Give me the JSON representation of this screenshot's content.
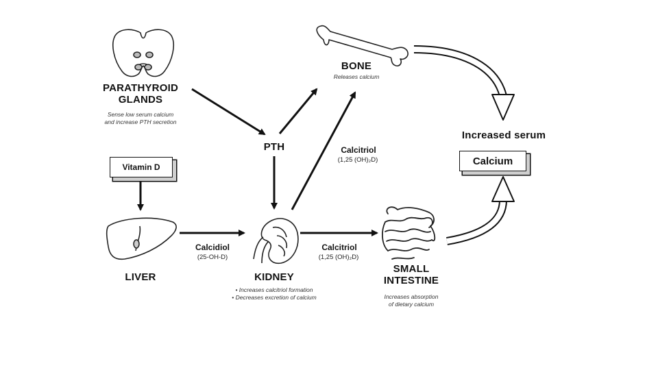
{
  "nodes": {
    "parathyroid": {
      "title_line1": "PARATHYROID",
      "title_line2": "GLANDS",
      "note_line1": "Sense low serum calcium",
      "note_line2": "and increase PTH secretion"
    },
    "bone": {
      "title": "BONE",
      "note": "Releases calcium"
    },
    "pth": {
      "title": "PTH"
    },
    "vitamin_d": {
      "label": "Vitamin D"
    },
    "liver": {
      "title": "LIVER"
    },
    "kidney": {
      "title": "KIDNEY",
      "note_line1": "• Increases calcitriol formation",
      "note_line2": "• Decreases excretion of calcium"
    },
    "small_intestine": {
      "title_line1": "SMALL",
      "title_line2": "INTESTINE",
      "note_line1": "Increases absorption",
      "note_line2": "of dietary calcium"
    },
    "serum": {
      "heading": "Increased serum",
      "box_label": "Calcium"
    }
  },
  "edges": {
    "calcidiol": {
      "label": "Calcidiol",
      "sub": "(25-OH-D)"
    },
    "calcitriol_bone": {
      "label": "Calcitriol",
      "sub": "(1,25 (OH)₂D)"
    },
    "calcitriol_intestine": {
      "label": "Calcitriol",
      "sub": "(1,25 (OH)₂D)"
    }
  }
}
